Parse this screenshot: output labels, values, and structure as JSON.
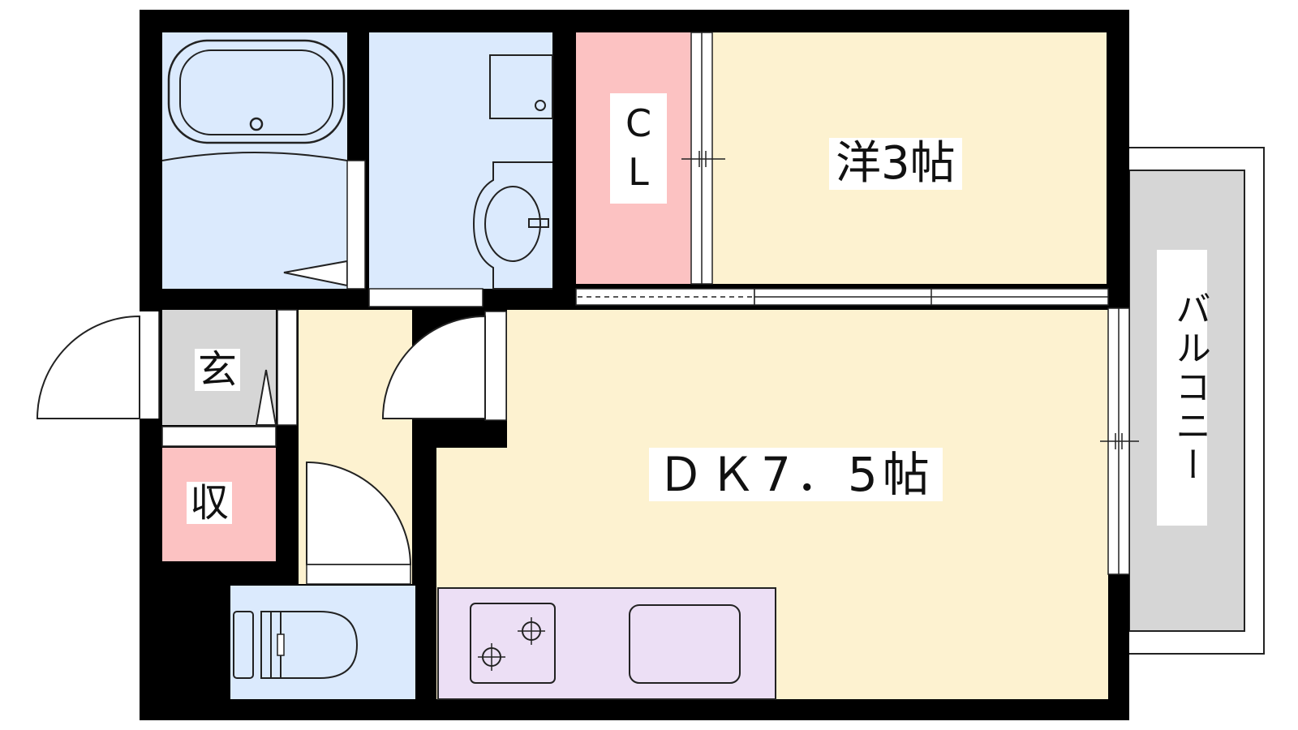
{
  "rooms": {
    "western": {
      "label": "洋3帖",
      "color": "#fdf2d0"
    },
    "dk": {
      "label": "ＤＫ7．5帖",
      "color": "#fdf2d0"
    },
    "entrance": {
      "label": "玄",
      "color": "#d6d6d6"
    },
    "storage": {
      "label": "収",
      "color": "#fcc2c2"
    },
    "closet": {
      "label_line1": "C",
      "label_line2": "L",
      "color": "#fcc2c2"
    },
    "balcony": {
      "label": "バルコニー",
      "color": "#d6d6d6"
    },
    "bath": {
      "color": "#dbeafd"
    },
    "washroom": {
      "color": "#dbeafd"
    },
    "toilet": {
      "color": "#dbeafd"
    },
    "kitchen": {
      "color": "#ecdff5"
    }
  },
  "colors": {
    "wall": "#000000",
    "line": "#222222"
  }
}
